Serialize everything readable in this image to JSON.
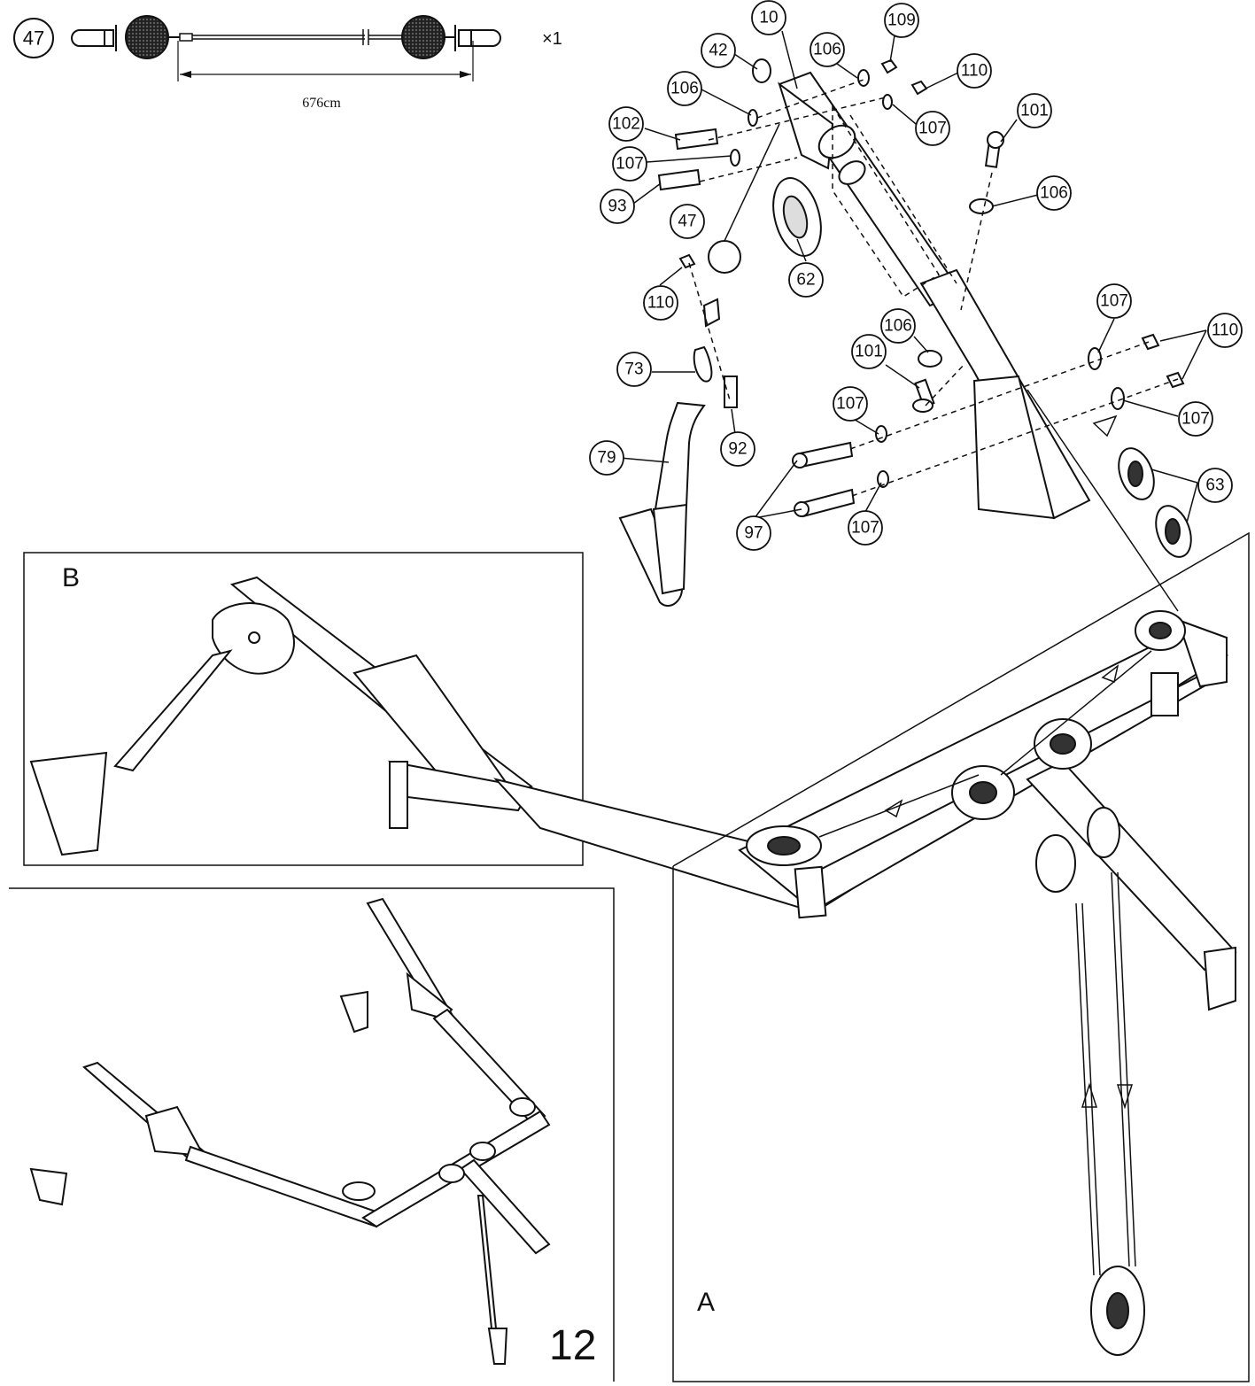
{
  "header": {
    "cable_part": "47",
    "quantity": "×1",
    "length": "676cm"
  },
  "panels": {
    "b_label": "B",
    "a_label": "A",
    "step_number": "12"
  },
  "callouts": [
    {
      "id": "c10",
      "text": "10"
    },
    {
      "id": "c42",
      "text": "42"
    },
    {
      "id": "c109",
      "text": "109"
    },
    {
      "id": "c106a",
      "text": "106"
    },
    {
      "id": "c110a",
      "text": "110"
    },
    {
      "id": "c106b",
      "text": "106"
    },
    {
      "id": "c107a",
      "text": "107"
    },
    {
      "id": "c102",
      "text": "102"
    },
    {
      "id": "c101a",
      "text": "101"
    },
    {
      "id": "c107b",
      "text": "107"
    },
    {
      "id": "c93",
      "text": "93"
    },
    {
      "id": "c106c",
      "text": "106"
    },
    {
      "id": "c47",
      "text": "47"
    },
    {
      "id": "c62",
      "text": "62"
    },
    {
      "id": "c110b",
      "text": "110"
    },
    {
      "id": "c107c",
      "text": "107"
    },
    {
      "id": "c106d",
      "text": "106"
    },
    {
      "id": "c110c",
      "text": "110"
    },
    {
      "id": "c101b",
      "text": "101"
    },
    {
      "id": "c73",
      "text": "73"
    },
    {
      "id": "c107d",
      "text": "107"
    },
    {
      "id": "c107e",
      "text": "107"
    },
    {
      "id": "c92",
      "text": "92"
    },
    {
      "id": "c79",
      "text": "79"
    },
    {
      "id": "c63",
      "text": "63"
    },
    {
      "id": "c97",
      "text": "97"
    },
    {
      "id": "c107f",
      "text": "107"
    }
  ]
}
